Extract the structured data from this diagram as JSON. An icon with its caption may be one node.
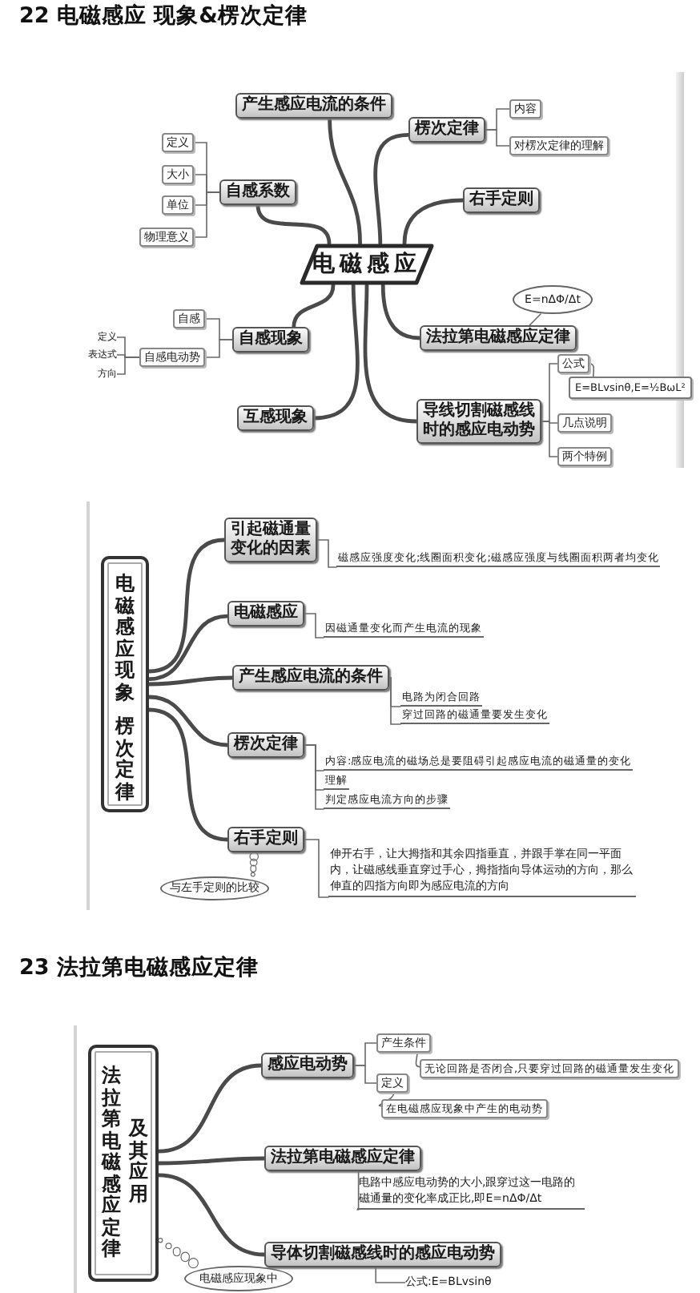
{
  "diagram": {
    "title": "22 电磁感应 现象&楞次定律",
    "nodes": [
      {
        "text": [
          "电磁感应"
        ]
      },
      {
        "text": [
          "产生感应电流的条件"
        ]
      },
      {
        "text": [
          "楞次定律"
        ]
      },
      {
        "text": [
          "内容"
        ]
      },
      {
        "text": [
          "对楞次定律的理解"
        ]
      },
      {
        "text": [
          "自感系数"
        ]
      },
      {
        "text": [
          "定义"
        ]
      },
      {
        "text": [
          "大小"
        ]
      },
      {
        "text": [
          "单位"
        ]
      },
      {
        "text": [
          "物理意义"
        ]
      },
      {
        "text": [
          "右手定则"
        ]
      },
      {
        "text": [
          "E=nΔΦ/Δt"
        ]
      },
      {
        "text": [
          "自感现象"
        ]
      },
      {
        "text": [
          "自感"
        ]
      },
      {
        "text": [
          "自感电动势"
        ]
      },
      {
        "text": [
          "定义"
        ]
      },
      {
        "text": [
          "表达式"
        ]
      },
      {
        "text": [
          "方向"
        ]
      },
      {
        "text": [
          "法拉第电磁感应定律"
        ]
      },
      {
        "text": [
          "公式"
        ]
      },
      {
        "text": [
          "E=BLvsinθ,E=½BωL²"
        ]
      },
      {
        "text": [
          "互感现象"
        ]
      },
      {
        "text": [
          "导线切割磁感线时的感应电动势"
        ]
      },
      {
        "text": [
          "几点说明"
        ]
      },
      {
        "text": [
          "两个特例"
        ]
      },
      {
        "text": [
          "电磁感应现象",
          "楞次定律"
        ]
      },
      {
        "text": [
          "引起磁通量变化的因素"
        ]
      },
      {
        "text": [
          "磁感应强度变化;线圈面积变化;磁感应强度与线圈面积两者均变化"
        ]
      },
      {
        "text": [
          "电磁感应"
        ]
      },
      {
        "text": [
          "因磁通量变化而产生电流的现象"
        ]
      },
      {
        "text": [
          "产生感应电流的条件"
        ]
      },
      {
        "text": [
          "电路为闭合回路"
        ]
      },
      {
        "text": [
          "穿过回路的磁通量要发生变化"
        ]
      },
      {
        "text": [
          "楞次定律"
        ]
      },
      {
        "text": [
          "内容:感应电流的磁场总是要阻碍引起感应电流的磁通量的变化"
        ]
      },
      {
        "text": [
          "理解"
        ]
      },
      {
        "text": [
          "判定感应电流方向的步骤"
        ]
      },
      {
        "text": [
          "右手定则"
        ]
      },
      {
        "text": [
          "伸开右手，让大拇指和其余四指垂直，并跟手掌在同一平面内，让磁感线垂直穿过手心，拇指指向导体运动的方向，那么伸直的四指方向即为感应电流的方向"
        ]
      },
      {
        "text": [
          "与左手定则的比较"
        ]
      },
      {
        "text": [
          "法拉第电磁感应定律",
          "及其应用"
        ]
      },
      {
        "text": [
          "感应电动势"
        ]
      },
      {
        "text": [
          "产生条件"
        ]
      },
      {
        "text": [
          "无论回路是否闭合,只要穿过回路的磁通量发生变化"
        ]
      },
      {
        "text": [
          "定义"
        ]
      },
      {
        "text": [
          "在电磁感应现象中产生的电动势"
        ]
      },
      {
        "text": [
          "法拉第电磁感应定律"
        ]
      },
      {
        "text": [
          "电路中感应电动势的大小,跟穿过这一电路的磁通量的变化率成正比,即E=nΔΦ/Δt"
        ]
      },
      {
        "text": [
          "导体切割磁感线时的感应电动势"
        ]
      },
      {
        "text": [
          "公式:E=BLvsinθ"
        ]
      },
      {
        "text": [
          "电磁感应现象中"
        ]
      }
    ],
    "edges": [
      {
        "from": 0,
        "to": 1,
        "arrow": "none",
        "style": "thick"
      },
      {
        "from": 0,
        "to": 2,
        "arrow": "none",
        "style": "thick"
      },
      {
        "from": 2,
        "to": 3,
        "arrow": "none"
      },
      {
        "from": 2,
        "to": 4,
        "arrow": "none"
      },
      {
        "from": 0,
        "to": 5,
        "arrow": "none",
        "style": "thick"
      },
      {
        "from": 5,
        "to": 6,
        "arrow": "none"
      },
      {
        "from": 5,
        "to": 7,
        "arrow": "none"
      },
      {
        "from": 5,
        "to": 8,
        "arrow": "none"
      },
      {
        "from": 5,
        "to": 9,
        "arrow": "none"
      },
      {
        "from": 0,
        "to": 10,
        "arrow": "none",
        "style": "thick"
      },
      {
        "from": 11,
        "to": 18,
        "arrow": "none"
      },
      {
        "from": 0,
        "to": 12,
        "arrow": "none",
        "style": "thick"
      },
      {
        "from": 12,
        "to": 13,
        "arrow": "none"
      },
      {
        "from": 12,
        "to": 14,
        "arrow": "none"
      },
      {
        "from": 14,
        "to": 15,
        "arrow": "none"
      },
      {
        "from": 14,
        "to": 16,
        "arrow": "none"
      },
      {
        "from": 14,
        "to": 17,
        "arrow": "none"
      },
      {
        "from": 0,
        "to": 18,
        "arrow": "none",
        "style": "thick"
      },
      {
        "from": 0,
        "to": 21,
        "arrow": "none",
        "style": "thick"
      },
      {
        "from": 0,
        "to": 22,
        "arrow": "none",
        "style": "thick"
      },
      {
        "from": 22,
        "to": 19,
        "arrow": "none"
      },
      {
        "from": 19,
        "to": 20,
        "arrow": "none"
      },
      {
        "from": 22,
        "to": 23,
        "arrow": "none"
      },
      {
        "from": 22,
        "to": 24,
        "arrow": "none"
      },
      {
        "from": 25,
        "to": 26,
        "arrow": "none",
        "style": "thick"
      },
      {
        "from": 26,
        "to": 27,
        "arrow": "none"
      },
      {
        "from": 25,
        "to": 28,
        "arrow": "none",
        "style": "thick"
      },
      {
        "from": 28,
        "to": 29,
        "arrow": "none"
      },
      {
        "from": 25,
        "to": 30,
        "arrow": "none",
        "style": "thick"
      },
      {
        "from": 30,
        "to": 31,
        "arrow": "none"
      },
      {
        "from": 30,
        "to": 32,
        "arrow": "none"
      },
      {
        "from": 25,
        "to": 33,
        "arrow": "none",
        "style": "thick"
      },
      {
        "from": 33,
        "to": 34,
        "arrow": "none"
      },
      {
        "from": 33,
        "to": 35,
        "arrow": "none"
      },
      {
        "from": 33,
        "to": 36,
        "arrow": "none"
      },
      {
        "from": 25,
        "to": 37,
        "arrow": "none",
        "style": "thick"
      },
      {
        "from": 37,
        "to": 38,
        "arrow": "none"
      },
      {
        "from": 39,
        "to": 37,
        "arrow": "none"
      },
      {
        "from": 40,
        "to": 41,
        "arrow": "none",
        "style": "thick"
      },
      {
        "from": 41,
        "to": 42,
        "arrow": "none"
      },
      {
        "from": 42,
        "to": 43,
        "arrow": "none"
      },
      {
        "from": 41,
        "to": 44,
        "arrow": "none"
      },
      {
        "from": 44,
        "to": 45,
        "arrow": "none"
      },
      {
        "from": 40,
        "to": 46,
        "arrow": "none",
        "style": "thick"
      },
      {
        "from": 46,
        "to": 47,
        "arrow": "none"
      },
      {
        "from": 40,
        "to": 48,
        "arrow": "none",
        "style": "thick"
      },
      {
        "from": 48,
        "to": 49,
        "arrow": "none"
      },
      {
        "from": 50,
        "to": 40,
        "arrow": "none"
      }
    ],
    "labels": [
      "23 法拉第电磁感应定律"
    ]
  }
}
